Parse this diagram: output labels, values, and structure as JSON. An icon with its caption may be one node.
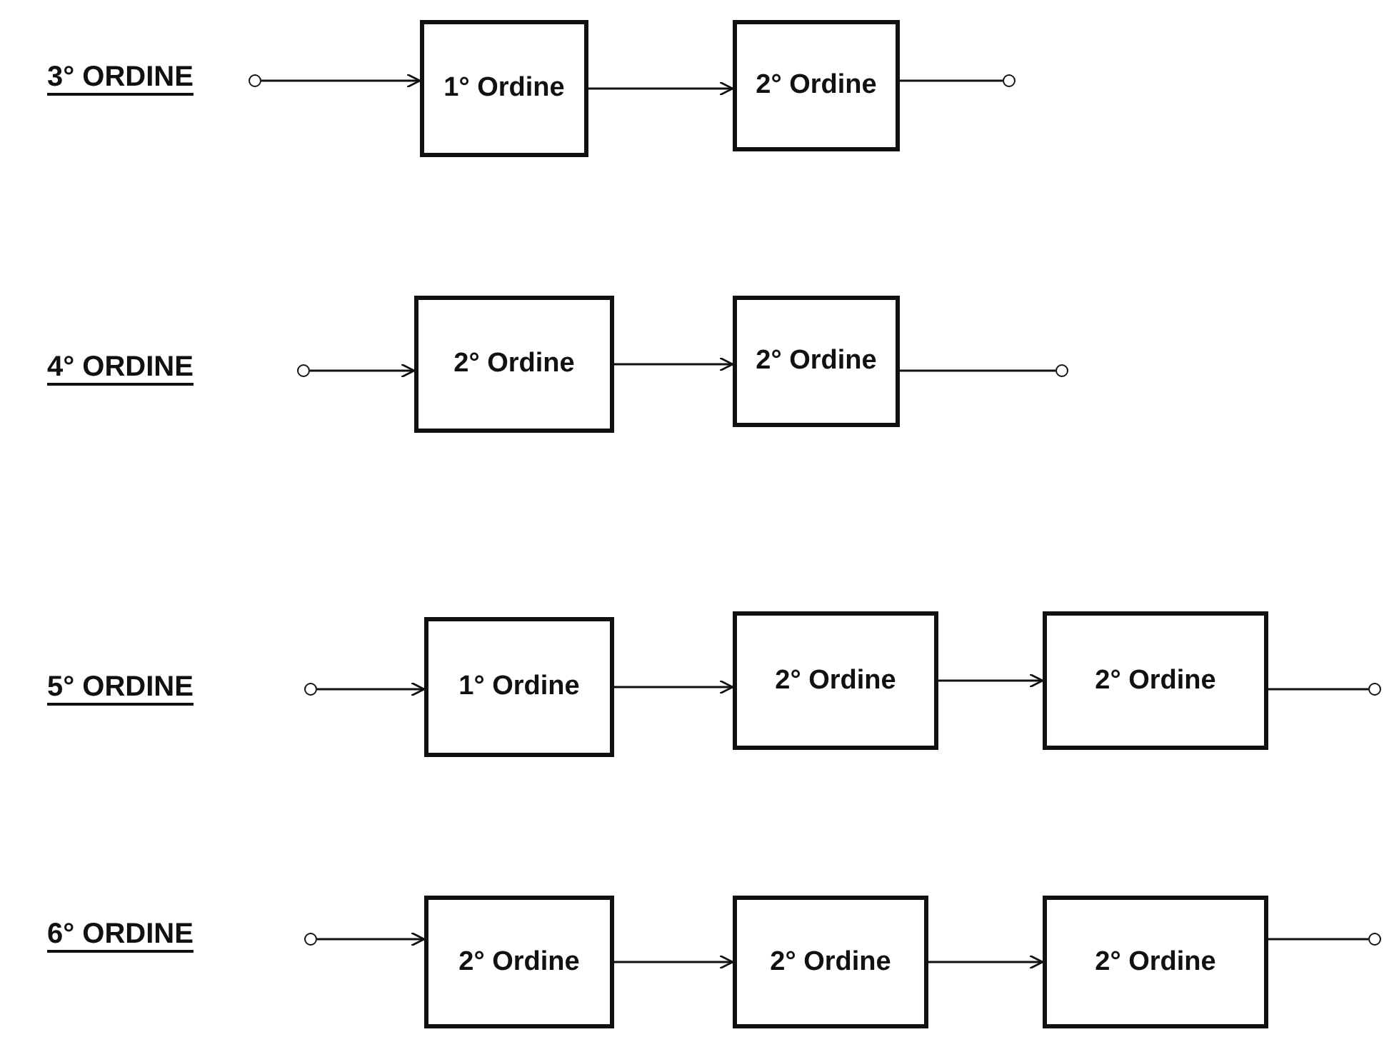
{
  "diagram": {
    "nodes": [
      {
        "text": [],
        "shape": "circle"
      },
      {
        "text": [
          "1° Ordine"
        ]
      },
      {
        "text": [
          "2° Ordine"
        ]
      },
      {
        "text": [],
        "shape": "circle"
      },
      {
        "text": [],
        "shape": "circle"
      },
      {
        "text": [
          "2° Ordine"
        ]
      },
      {
        "text": [
          "2° Ordine"
        ]
      },
      {
        "text": [],
        "shape": "circle"
      },
      {
        "text": [],
        "shape": "circle"
      },
      {
        "text": [
          "1° Ordine"
        ]
      },
      {
        "text": [
          "2° Ordine"
        ]
      },
      {
        "text": [
          "2° Ordine"
        ]
      },
      {
        "text": [],
        "shape": "circle"
      },
      {
        "text": [],
        "shape": "circle"
      },
      {
        "text": [
          "2° Ordine"
        ]
      },
      {
        "text": [
          "2° Ordine"
        ]
      },
      {
        "text": [
          "2° Ordine"
        ]
      },
      {
        "text": [],
        "shape": "circle"
      }
    ],
    "edges": [
      {
        "from": 0,
        "to": 1,
        "arrow": "to"
      },
      {
        "from": 1,
        "to": 2,
        "arrow": "to"
      },
      {
        "from": 2,
        "to": 3,
        "arrow": "none"
      },
      {
        "from": 4,
        "to": 5,
        "arrow": "to"
      },
      {
        "from": 5,
        "to": 6,
        "arrow": "to"
      },
      {
        "from": 6,
        "to": 7,
        "arrow": "none"
      },
      {
        "from": 8,
        "to": 9,
        "arrow": "to"
      },
      {
        "from": 9,
        "to": 10,
        "arrow": "to"
      },
      {
        "from": 10,
        "to": 11,
        "arrow": "to"
      },
      {
        "from": 11,
        "to": 12,
        "arrow": "none"
      },
      {
        "from": 13,
        "to": 14,
        "arrow": "to"
      },
      {
        "from": 14,
        "to": 15,
        "arrow": "to"
      },
      {
        "from": 15,
        "to": 16,
        "arrow": "to"
      },
      {
        "from": 16,
        "to": 17,
        "arrow": "none"
      }
    ],
    "labels": [
      "3° ORDINE",
      "4° ORDINE",
      "5° ORDINE",
      "6° ORDINE"
    ]
  }
}
